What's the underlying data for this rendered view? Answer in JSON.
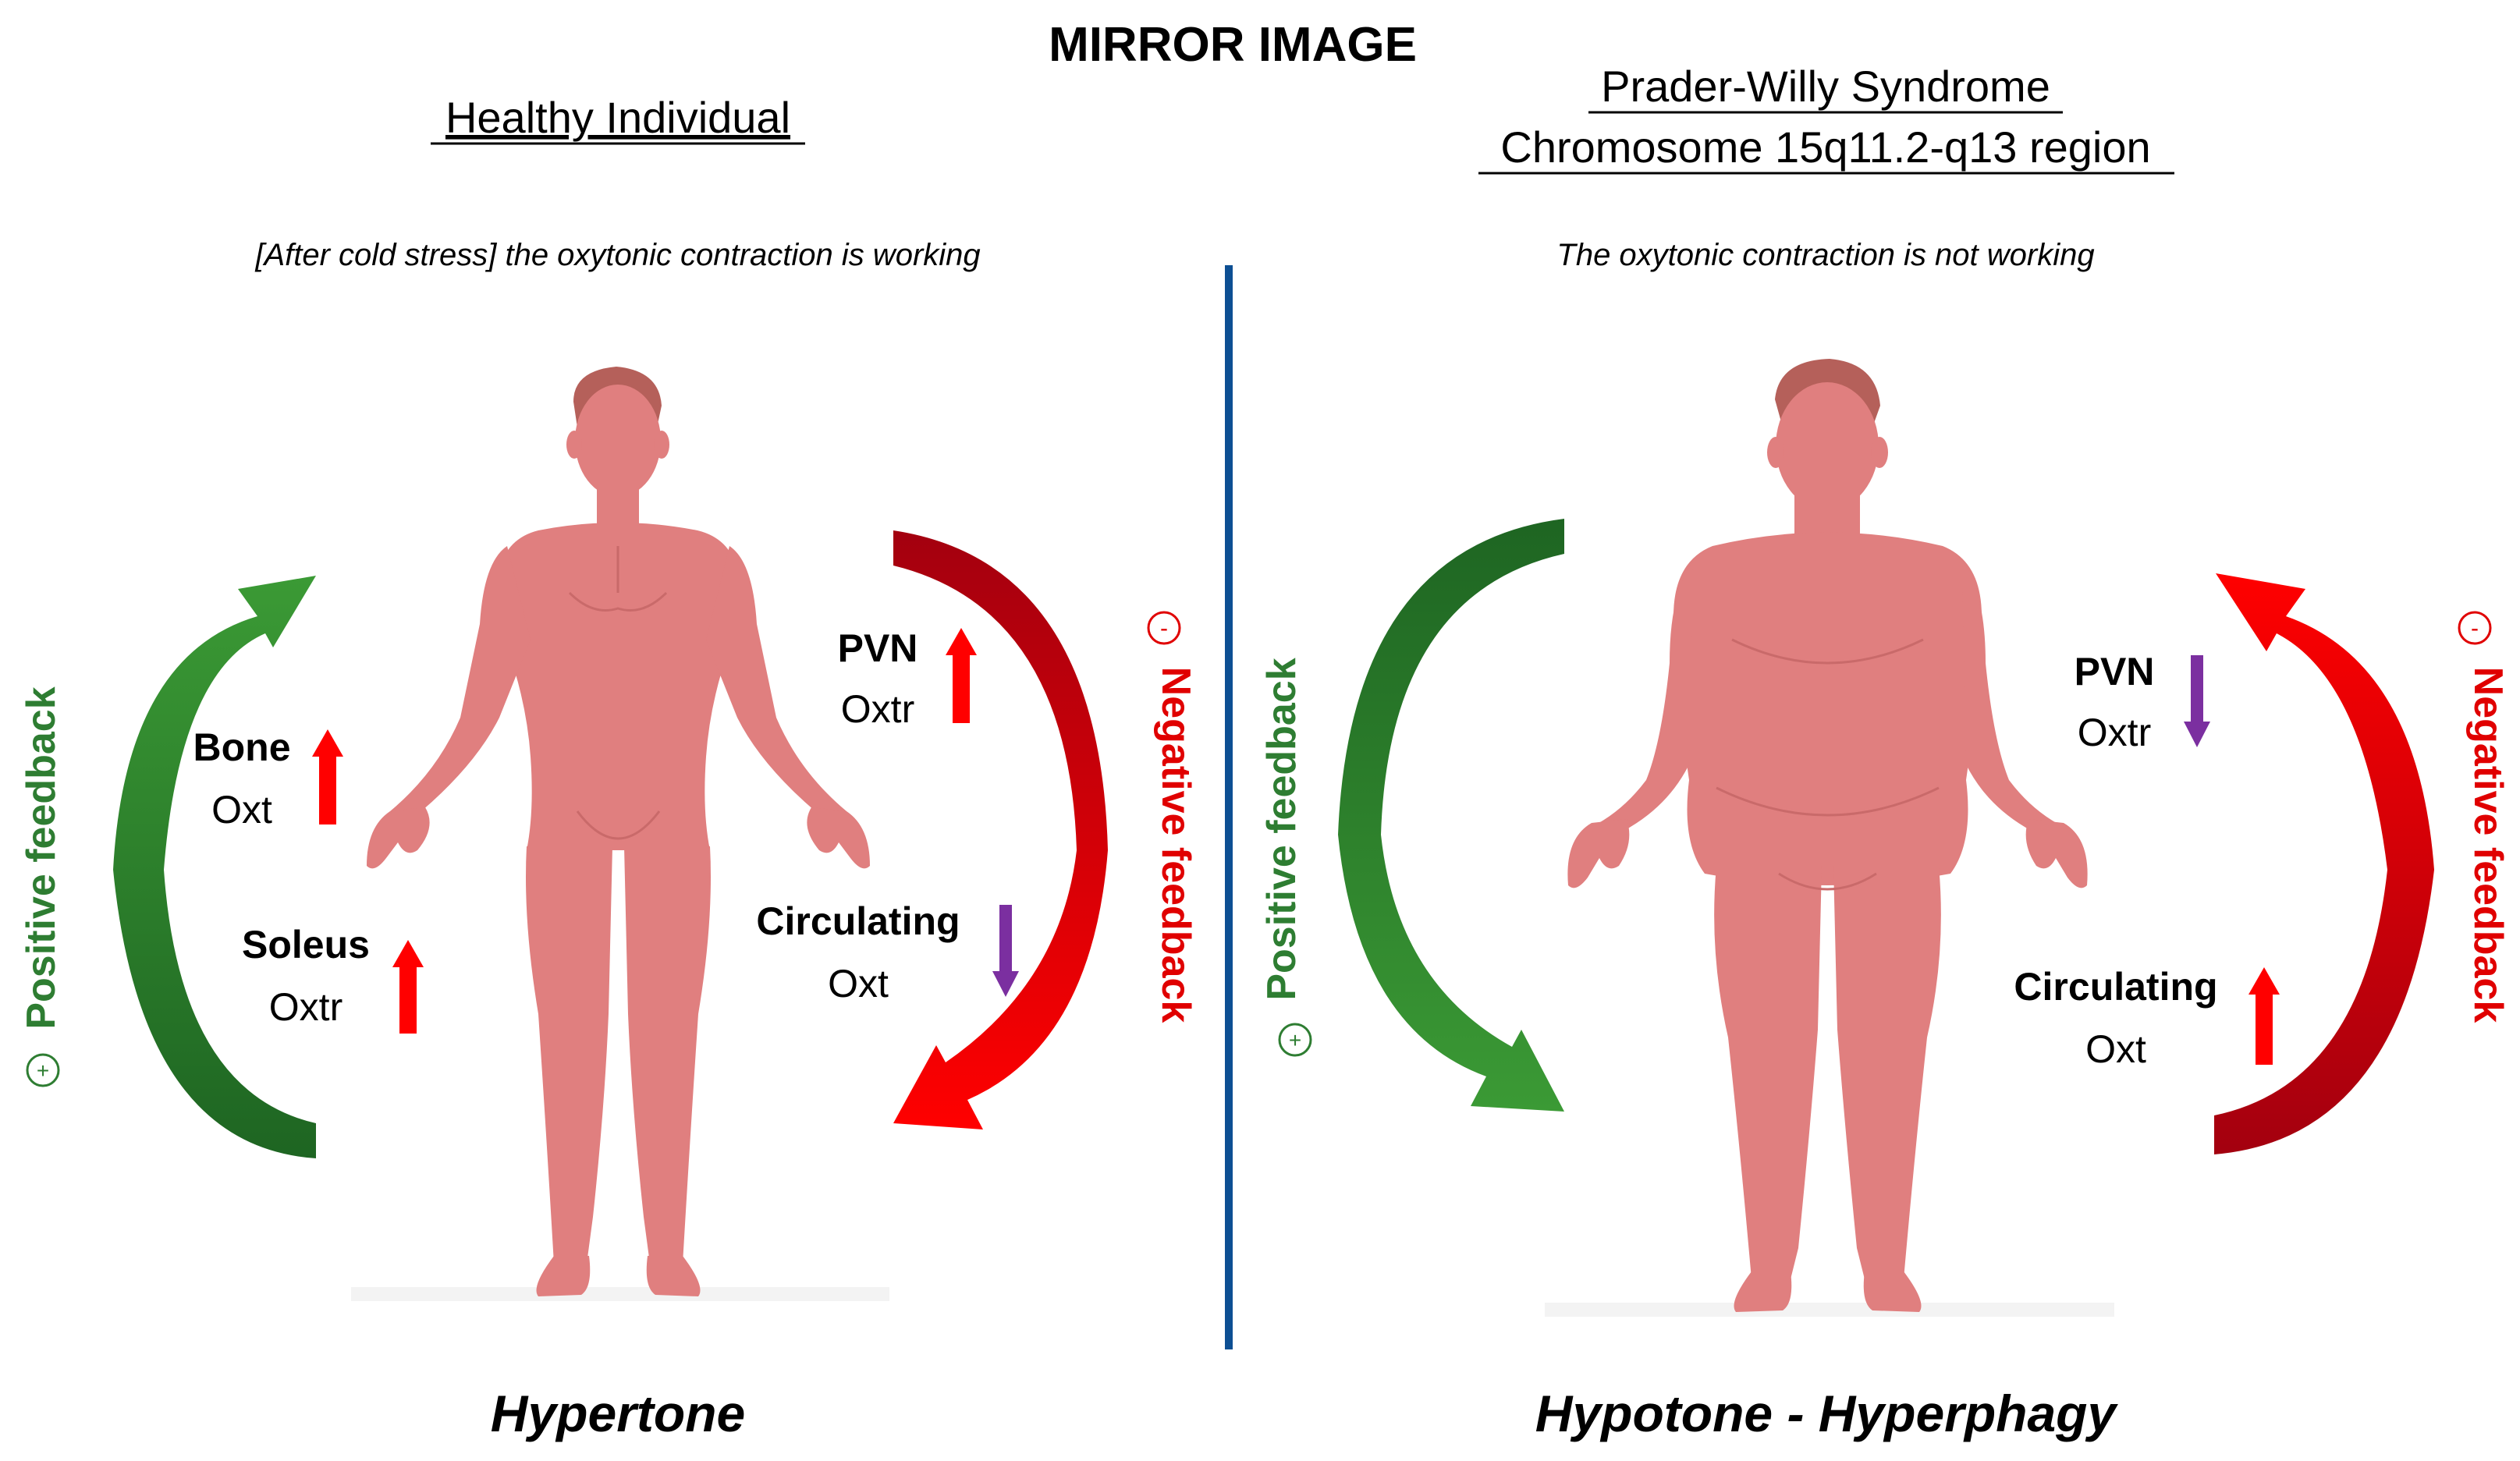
{
  "title": "MIRROR IMAGE",
  "left_panel": {
    "heading": "Healthy Individual",
    "subtitle": "[After cold stress] the oxytonic contraction is working",
    "footer": "Hypertone",
    "positive_feedback": {
      "symbol": "+",
      "label": "Positive feedback",
      "color": "#2e7d32"
    },
    "negative_feedback": {
      "symbol": "-",
      "label": "Negative feedback",
      "color": "#e00000"
    },
    "markers": [
      {
        "name": "Bone",
        "sub": "Oxt",
        "direction": "up",
        "color": "#ff0000"
      },
      {
        "name": "Soleus",
        "sub": "Oxtr",
        "direction": "up",
        "color": "#ff0000"
      },
      {
        "name": "PVN",
        "sub": "Oxtr",
        "direction": "up",
        "color": "#ff0000"
      },
      {
        "name": "Circulating",
        "sub": "Oxt",
        "direction": "down",
        "color": "#7b2fa0"
      }
    ]
  },
  "right_panel": {
    "heading_line1": "Prader-Willy Syndrome",
    "heading_line2": "Chromosome 15q11.2-q13 region",
    "subtitle": "The oxytonic contraction is not working",
    "footer": "Hypotone - Hyperphagy",
    "positive_feedback": {
      "symbol": "+",
      "label": "Positive feedback",
      "color": "#2e7d32"
    },
    "negative_feedback": {
      "symbol": "-",
      "label": "Negative feedback",
      "color": "#e00000"
    },
    "markers": [
      {
        "name": "PVN",
        "sub": "Oxtr",
        "direction": "down",
        "color": "#7b2fa0"
      },
      {
        "name": "Circulating",
        "sub": "Oxt",
        "direction": "up",
        "color": "#ff0000"
      }
    ]
  },
  "colors": {
    "body_fill": "#e07f7f",
    "body_shade": "#c96a6a",
    "hair": "#b5605a",
    "divider": "#0d4f93",
    "green_light": "#3b9a35",
    "green_dark": "#1e6522",
    "red_light": "#ff0000",
    "red_dark": "#a3000f"
  }
}
